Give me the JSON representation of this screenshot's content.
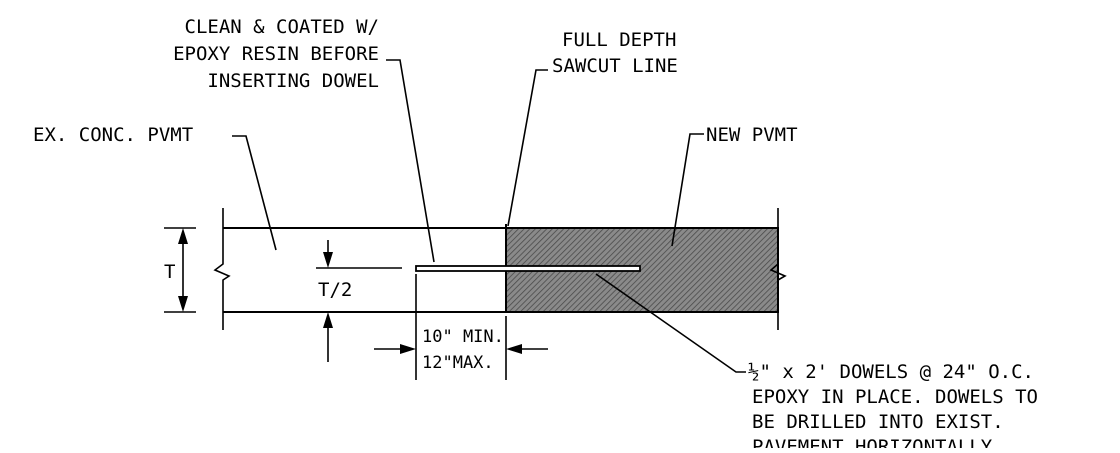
{
  "labels": {
    "epoxy_note": [
      "CLEAN & COATED W/",
      "EPOXY RESIN BEFORE",
      "INSERTING DOWEL"
    ],
    "sawcut_note": [
      "FULL DEPTH",
      "SAWCUT LINE"
    ],
    "existing_pavement": "EX. CONC. PVMT",
    "new_pavement": "NEW PVMT",
    "thickness": "T",
    "half_thickness": "T/2",
    "embed_min": "10\" MIN.",
    "embed_max": "12\"MAX.",
    "dowel_note": [
      "½\" x 2' DOWELS @ 24\" O.C.",
      "EPOXY IN PLACE. DOWELS TO",
      "BE DRILLED INTO EXIST.",
      "PAVEMENT HORIZONTALLY."
    ]
  },
  "colors": {
    "line": "#000000",
    "new_pavement_fill": "#7a7a7a",
    "background": "#ffffff"
  }
}
